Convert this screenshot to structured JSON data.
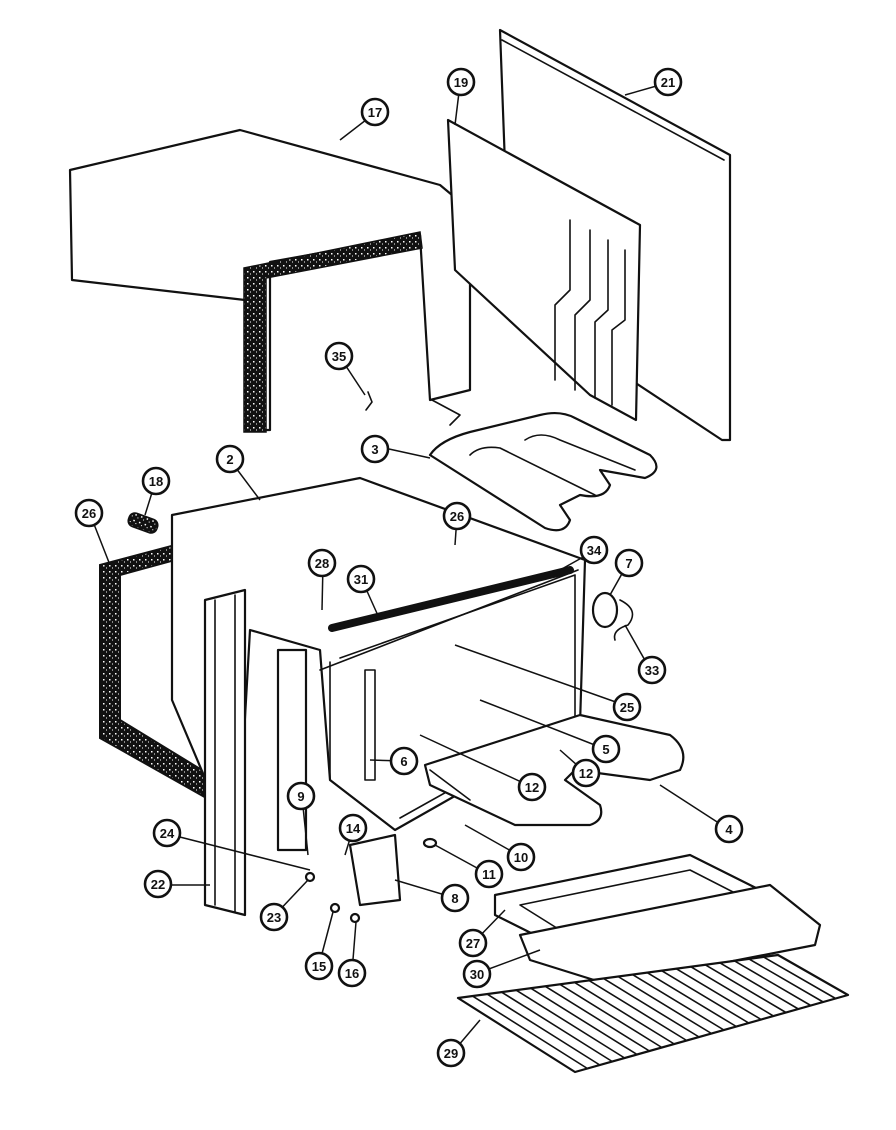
{
  "callouts": [
    {
      "id": "c17",
      "label": "17"
    },
    {
      "id": "c19top",
      "label": "19"
    },
    {
      "id": "c21",
      "label": "21"
    },
    {
      "id": "c35",
      "label": "35"
    },
    {
      "id": "c3",
      "label": "3"
    },
    {
      "id": "c2",
      "label": "2"
    },
    {
      "id": "c18",
      "label": "18"
    },
    {
      "id": "c26a",
      "label": "26"
    },
    {
      "id": "c26b",
      "label": "26"
    },
    {
      "id": "c28",
      "label": "28"
    },
    {
      "id": "c31",
      "label": "31"
    },
    {
      "id": "c34",
      "label": "34"
    },
    {
      "id": "c7",
      "label": "7"
    },
    {
      "id": "c33",
      "label": "33"
    },
    {
      "id": "c25",
      "label": "25"
    },
    {
      "id": "c5",
      "label": "5"
    },
    {
      "id": "c6",
      "label": "6"
    },
    {
      "id": "c12a",
      "label": "12"
    },
    {
      "id": "c12b",
      "label": "12"
    },
    {
      "id": "c4",
      "label": "4"
    },
    {
      "id": "c9",
      "label": "9"
    },
    {
      "id": "c14",
      "label": "14"
    },
    {
      "id": "c10",
      "label": "10"
    },
    {
      "id": "c24",
      "label": "24"
    },
    {
      "id": "c11",
      "label": "11"
    },
    {
      "id": "c8",
      "label": "8"
    },
    {
      "id": "c22a",
      "label": "22"
    },
    {
      "id": "c23",
      "label": "23"
    },
    {
      "id": "c15",
      "label": "15"
    },
    {
      "id": "c16",
      "label": "16"
    },
    {
      "id": "c27",
      "label": "27"
    },
    {
      "id": "c30",
      "label": "30"
    },
    {
      "id": "c29",
      "label": "29"
    }
  ],
  "icons": {
    "insulation-blanket": "insulation-icon",
    "back-panel": "panel-icon",
    "broil-element": "heating-element-icon",
    "bake-element": "heating-element-icon",
    "oven-rack": "rack-icon",
    "broiler-pan": "pan-icon"
  }
}
